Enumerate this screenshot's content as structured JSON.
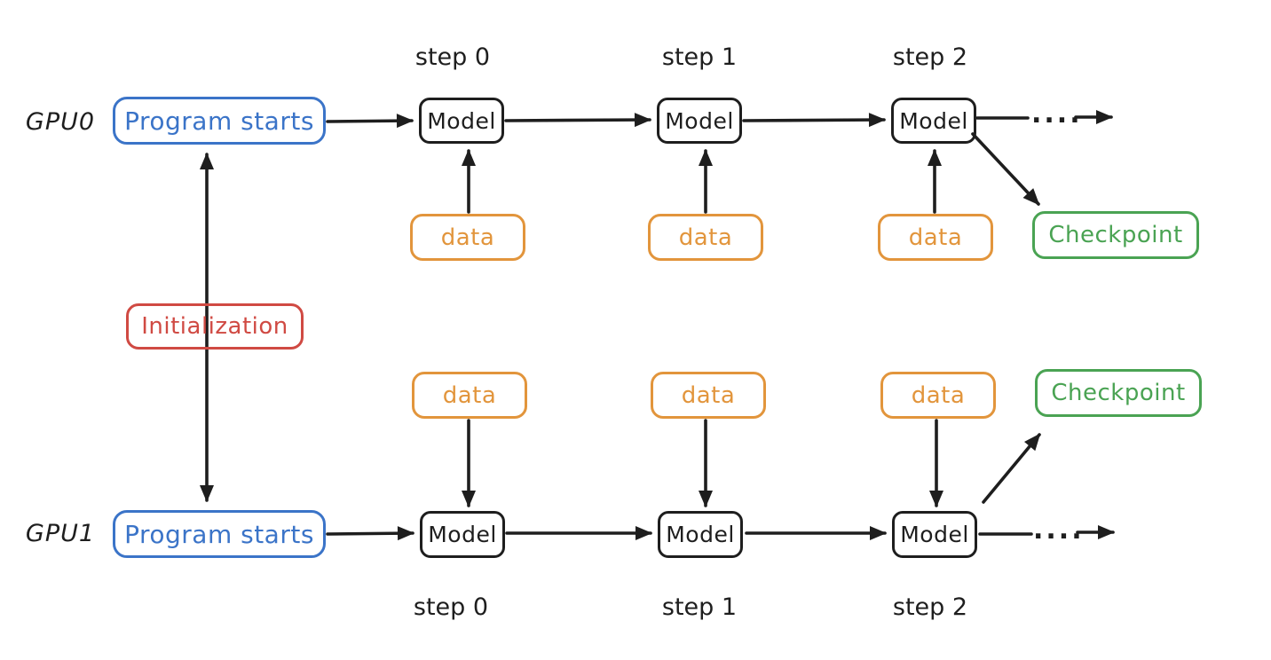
{
  "labels": {
    "gpu0": "GPU0",
    "gpu1": "GPU1",
    "program_starts": "Program starts",
    "model": "Model",
    "data": "data",
    "checkpoint": "Checkpoint",
    "initialization": "Initialization",
    "dots": "....",
    "steps": [
      "step 0",
      "step 1",
      "step 2"
    ]
  },
  "colors": {
    "stroke": "#1e1e1e",
    "blue": "#3b74c8",
    "orange": "#e2953c",
    "green": "#4aa353",
    "red": "#d04a43",
    "background": "#ffffff"
  }
}
